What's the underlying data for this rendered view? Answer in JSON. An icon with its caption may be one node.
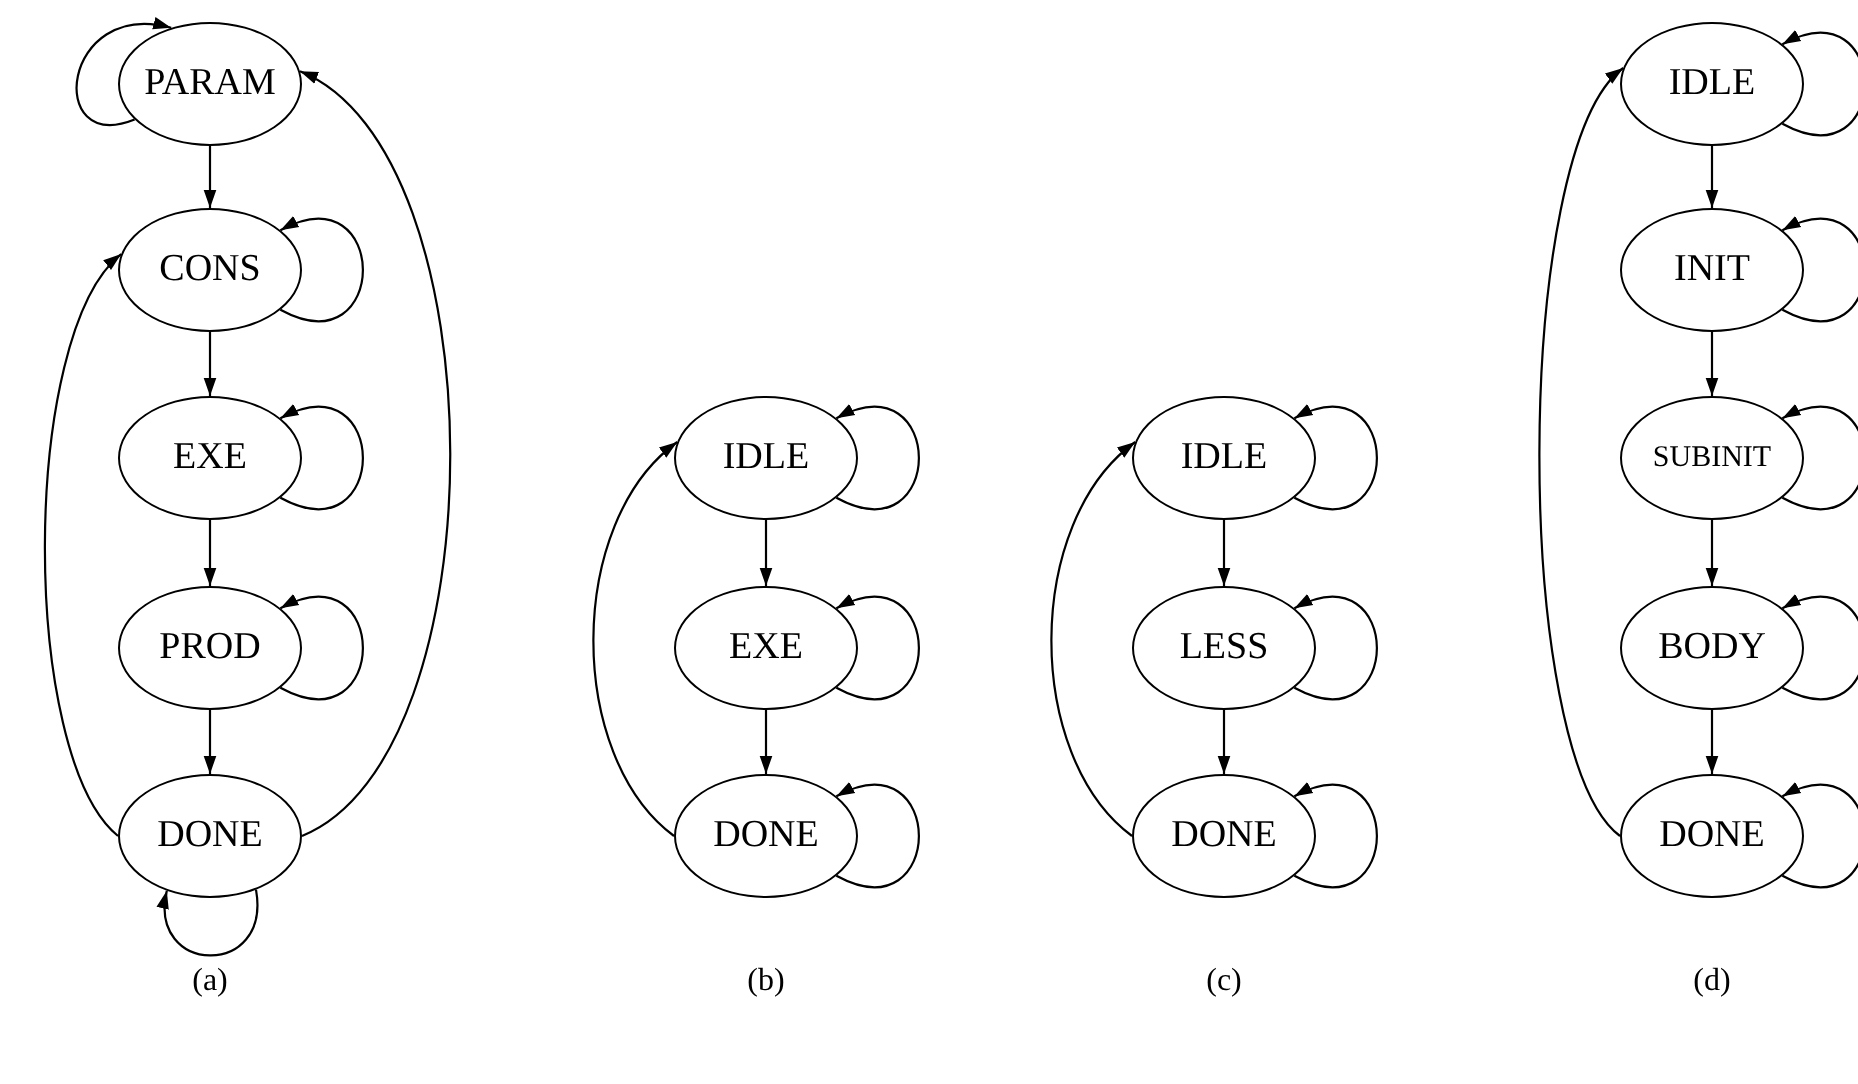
{
  "diagram": {
    "nodes": [
      {
        "text": [
          "PARAM"
        ]
      },
      {
        "text": [
          "CONS"
        ]
      },
      {
        "text": [
          "EXE"
        ]
      },
      {
        "text": [
          "PROD"
        ]
      },
      {
        "text": [
          "DONE"
        ]
      },
      {
        "text": [
          "IDLE"
        ]
      },
      {
        "text": [
          "EXE"
        ]
      },
      {
        "text": [
          "DONE"
        ]
      },
      {
        "text": [
          "IDLE"
        ]
      },
      {
        "text": [
          "LESS"
        ]
      },
      {
        "text": [
          "DONE"
        ]
      },
      {
        "text": [
          "IDLE"
        ]
      },
      {
        "text": [
          "INIT"
        ]
      },
      {
        "text": [
          "SUBINIT"
        ]
      },
      {
        "text": [
          "BODY"
        ]
      },
      {
        "text": [
          "DONE"
        ]
      }
    ],
    "edges": [
      {
        "from": 0,
        "to": 0,
        "arrow": "to"
      },
      {
        "from": 0,
        "to": 1,
        "arrow": "to"
      },
      {
        "from": 1,
        "to": 1,
        "arrow": "to"
      },
      {
        "from": 1,
        "to": 2,
        "arrow": "to"
      },
      {
        "from": 2,
        "to": 2,
        "arrow": "to"
      },
      {
        "from": 2,
        "to": 3,
        "arrow": "to"
      },
      {
        "from": 3,
        "to": 3,
        "arrow": "to"
      },
      {
        "from": 3,
        "to": 4,
        "arrow": "to"
      },
      {
        "from": 4,
        "to": 4,
        "arrow": "to"
      },
      {
        "from": 4,
        "to": 1,
        "arrow": "to"
      },
      {
        "from": 4,
        "to": 0,
        "arrow": "to"
      },
      {
        "from": 5,
        "to": 5,
        "arrow": "to"
      },
      {
        "from": 5,
        "to": 6,
        "arrow": "to"
      },
      {
        "from": 6,
        "to": 6,
        "arrow": "to"
      },
      {
        "from": 6,
        "to": 7,
        "arrow": "to"
      },
      {
        "from": 7,
        "to": 7,
        "arrow": "to"
      },
      {
        "from": 7,
        "to": 5,
        "arrow": "to"
      },
      {
        "from": 8,
        "to": 8,
        "arrow": "to"
      },
      {
        "from": 8,
        "to": 9,
        "arrow": "to"
      },
      {
        "from": 9,
        "to": 9,
        "arrow": "to"
      },
      {
        "from": 9,
        "to": 10,
        "arrow": "to"
      },
      {
        "from": 10,
        "to": 10,
        "arrow": "to"
      },
      {
        "from": 10,
        "to": 8,
        "arrow": "to"
      },
      {
        "from": 11,
        "to": 11,
        "arrow": "to"
      },
      {
        "from": 11,
        "to": 12,
        "arrow": "to"
      },
      {
        "from": 12,
        "to": 12,
        "arrow": "to"
      },
      {
        "from": 12,
        "to": 13,
        "arrow": "to"
      },
      {
        "from": 13,
        "to": 13,
        "arrow": "to"
      },
      {
        "from": 13,
        "to": 14,
        "arrow": "to"
      },
      {
        "from": 14,
        "to": 14,
        "arrow": "to"
      },
      {
        "from": 14,
        "to": 15,
        "arrow": "to"
      },
      {
        "from": 15,
        "to": 15,
        "arrow": "to"
      },
      {
        "from": 15,
        "to": 11,
        "arrow": "to"
      }
    ],
    "labels": [
      "(a)",
      "(b)",
      "(c)",
      "(d)"
    ]
  }
}
